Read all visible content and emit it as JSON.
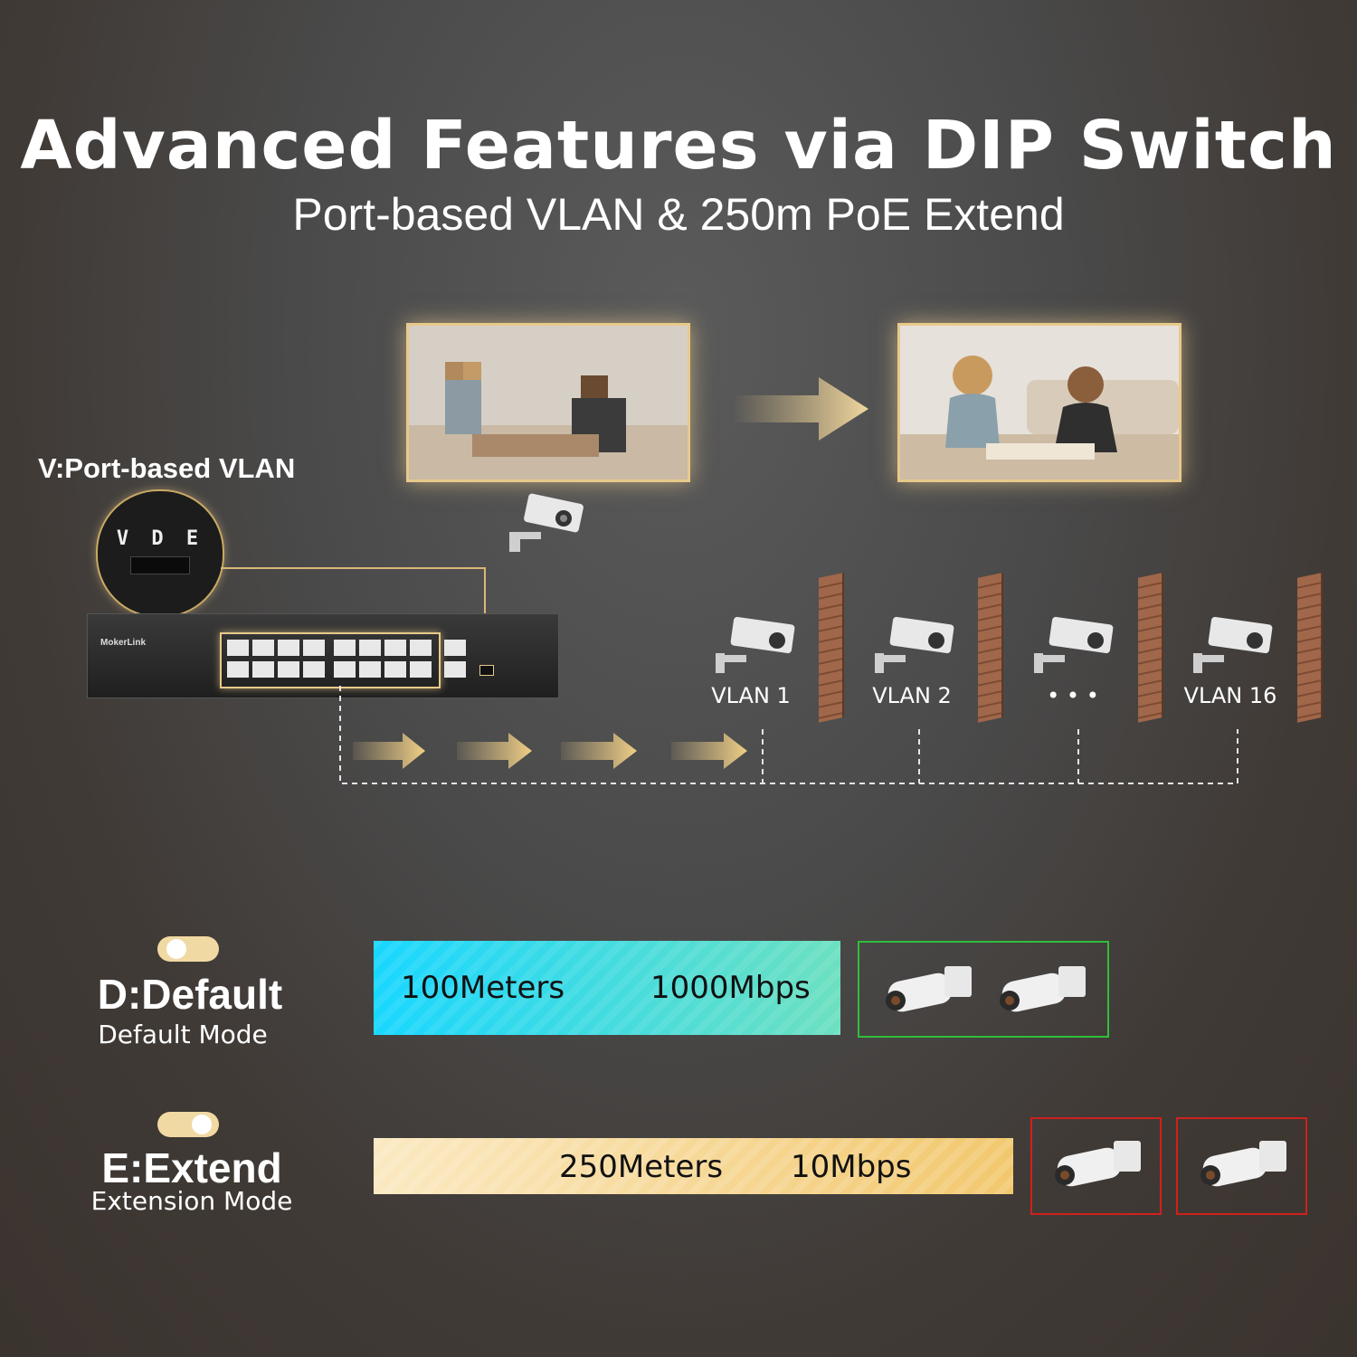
{
  "header": {
    "title": "Advanced Features via DIP Switch",
    "subtitle": "Port-based VLAN & 250m PoE Extend"
  },
  "vlan_section": {
    "label": "V:Port-based VLAN",
    "dip_letters": "V D E",
    "cameras": [
      {
        "label": "VLAN 1"
      },
      {
        "label": "VLAN 2"
      },
      {
        "label": "• • •"
      },
      {
        "label": "VLAN 16"
      }
    ],
    "switch_brand": "MokerLink"
  },
  "default_mode": {
    "title": "D:Default",
    "subtitle": "Default Mode",
    "distance": "100Meters",
    "speed": "1000Mbps"
  },
  "extend_mode": {
    "title": "E:Extend",
    "subtitle": "Extension Mode",
    "distance": "250Meters",
    "speed": "10Mbps"
  },
  "colors": {
    "accent": "#e8c98a",
    "default_bar_start": "#19d7ff",
    "default_bar_end": "#6de0c0",
    "extend_bar": "#f5d38f",
    "ok_frame": "#2fbf3a",
    "warn_frame": "#d0201c"
  }
}
